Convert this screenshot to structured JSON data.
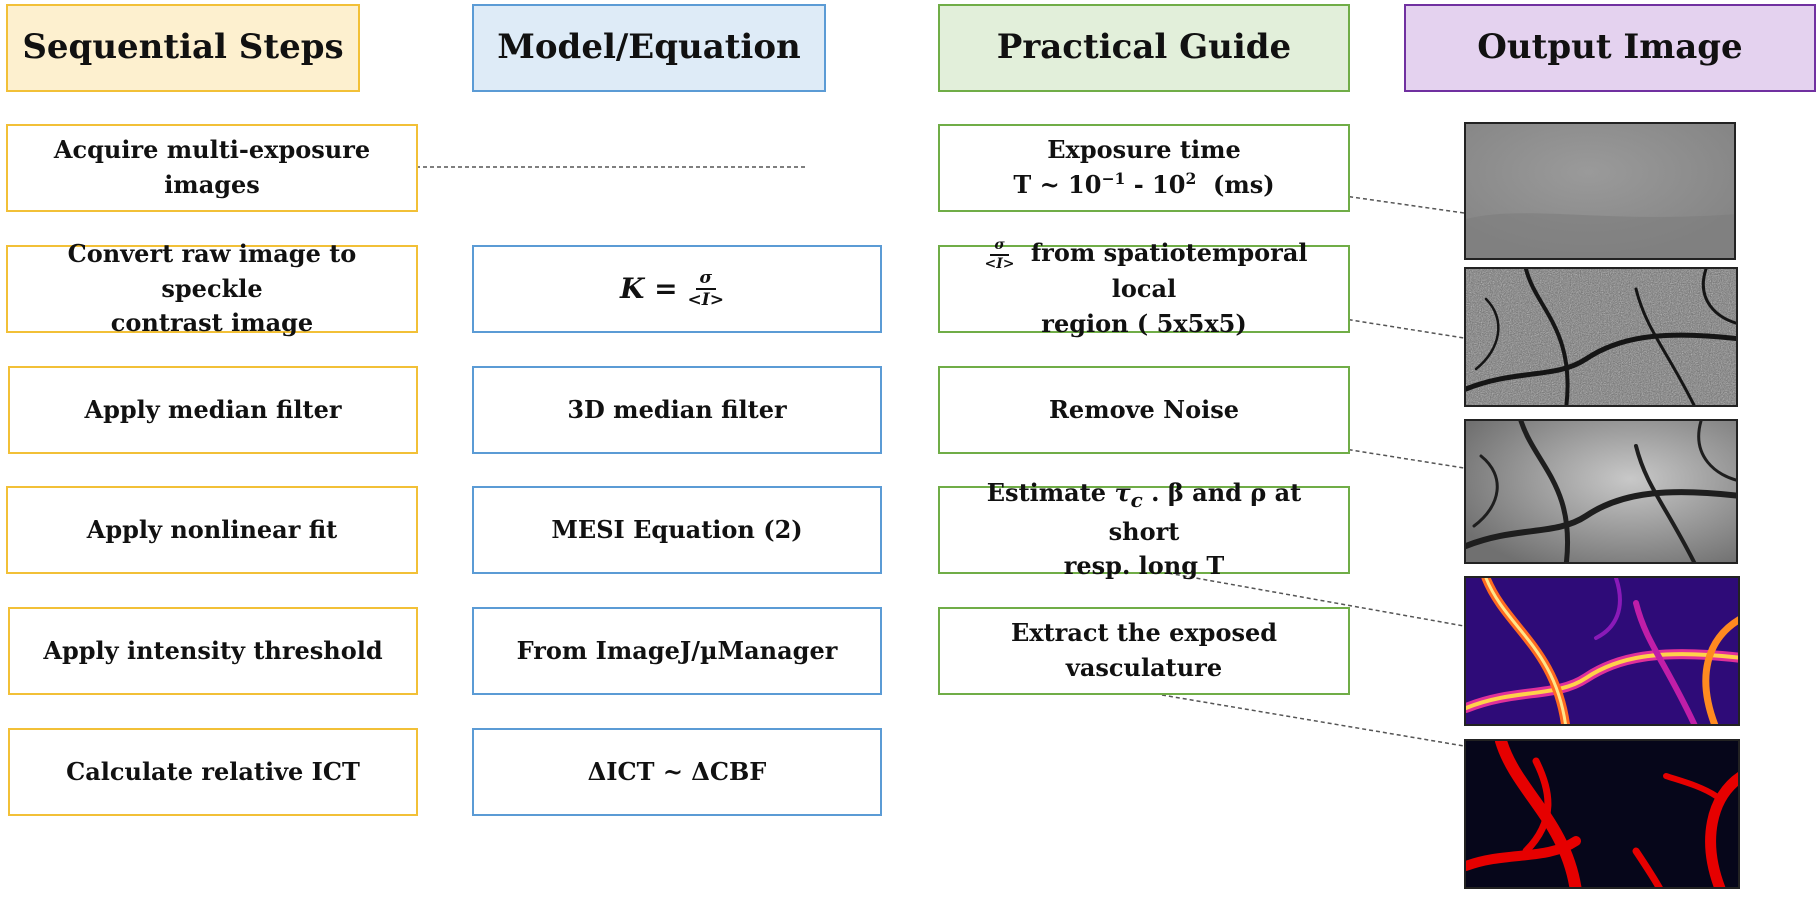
{
  "headers": {
    "steps": "Sequential Steps",
    "model": "Model/Equation",
    "guide": "Practical Guide",
    "output": "Output Image"
  },
  "steps": [
    {
      "line1": "Acquire multi-exposure",
      "line2": "images"
    },
    {
      "line1": "Convert raw image to speckle",
      "line2": "contrast image"
    },
    {
      "line1": "Apply median filter"
    },
    {
      "line1": "Apply nonlinear fit"
    },
    {
      "line1": "Apply intensity threshold"
    },
    {
      "line1": "Calculate relative ICT"
    }
  ],
  "models": {
    "speckle_lhs": "K =",
    "speckle_num": "σ",
    "speckle_den": "<I>",
    "median": "3D median filter",
    "mesi": "MESI Equation (2)",
    "threshold": "From ImageJ/µManager",
    "ict": "ΔICT ~ ΔCBF"
  },
  "guides": {
    "exposure_line1": "Exposure time",
    "exposure_t": "T ~ ",
    "exposure_base1": "10",
    "exposure_exp1": "−1",
    "exposure_dash": " - ",
    "exposure_base2": "10",
    "exposure_exp2": "2",
    "exposure_unit": "  (ms)",
    "speckle_num": "σ",
    "speckle_den": "<I>",
    "speckle_line1": " from spatiotemporal local",
    "speckle_line2": "region ( 5x5x5)",
    "noise": "Remove Noise",
    "fit_pre": "Estimate ",
    "fit_tau": "τ",
    "fit_sub": "c",
    "fit_post": " . β and ρ at short",
    "fit_line2": "resp. long T",
    "vasc_line1": "Extract the exposed",
    "vasc_line2": "vasculature"
  },
  "output_images": [
    "raw-exposure-image",
    "speckle-contrast-image",
    "median-filtered-image",
    "fitted-flow-map-image",
    "thresholded-vasculature-image"
  ]
}
